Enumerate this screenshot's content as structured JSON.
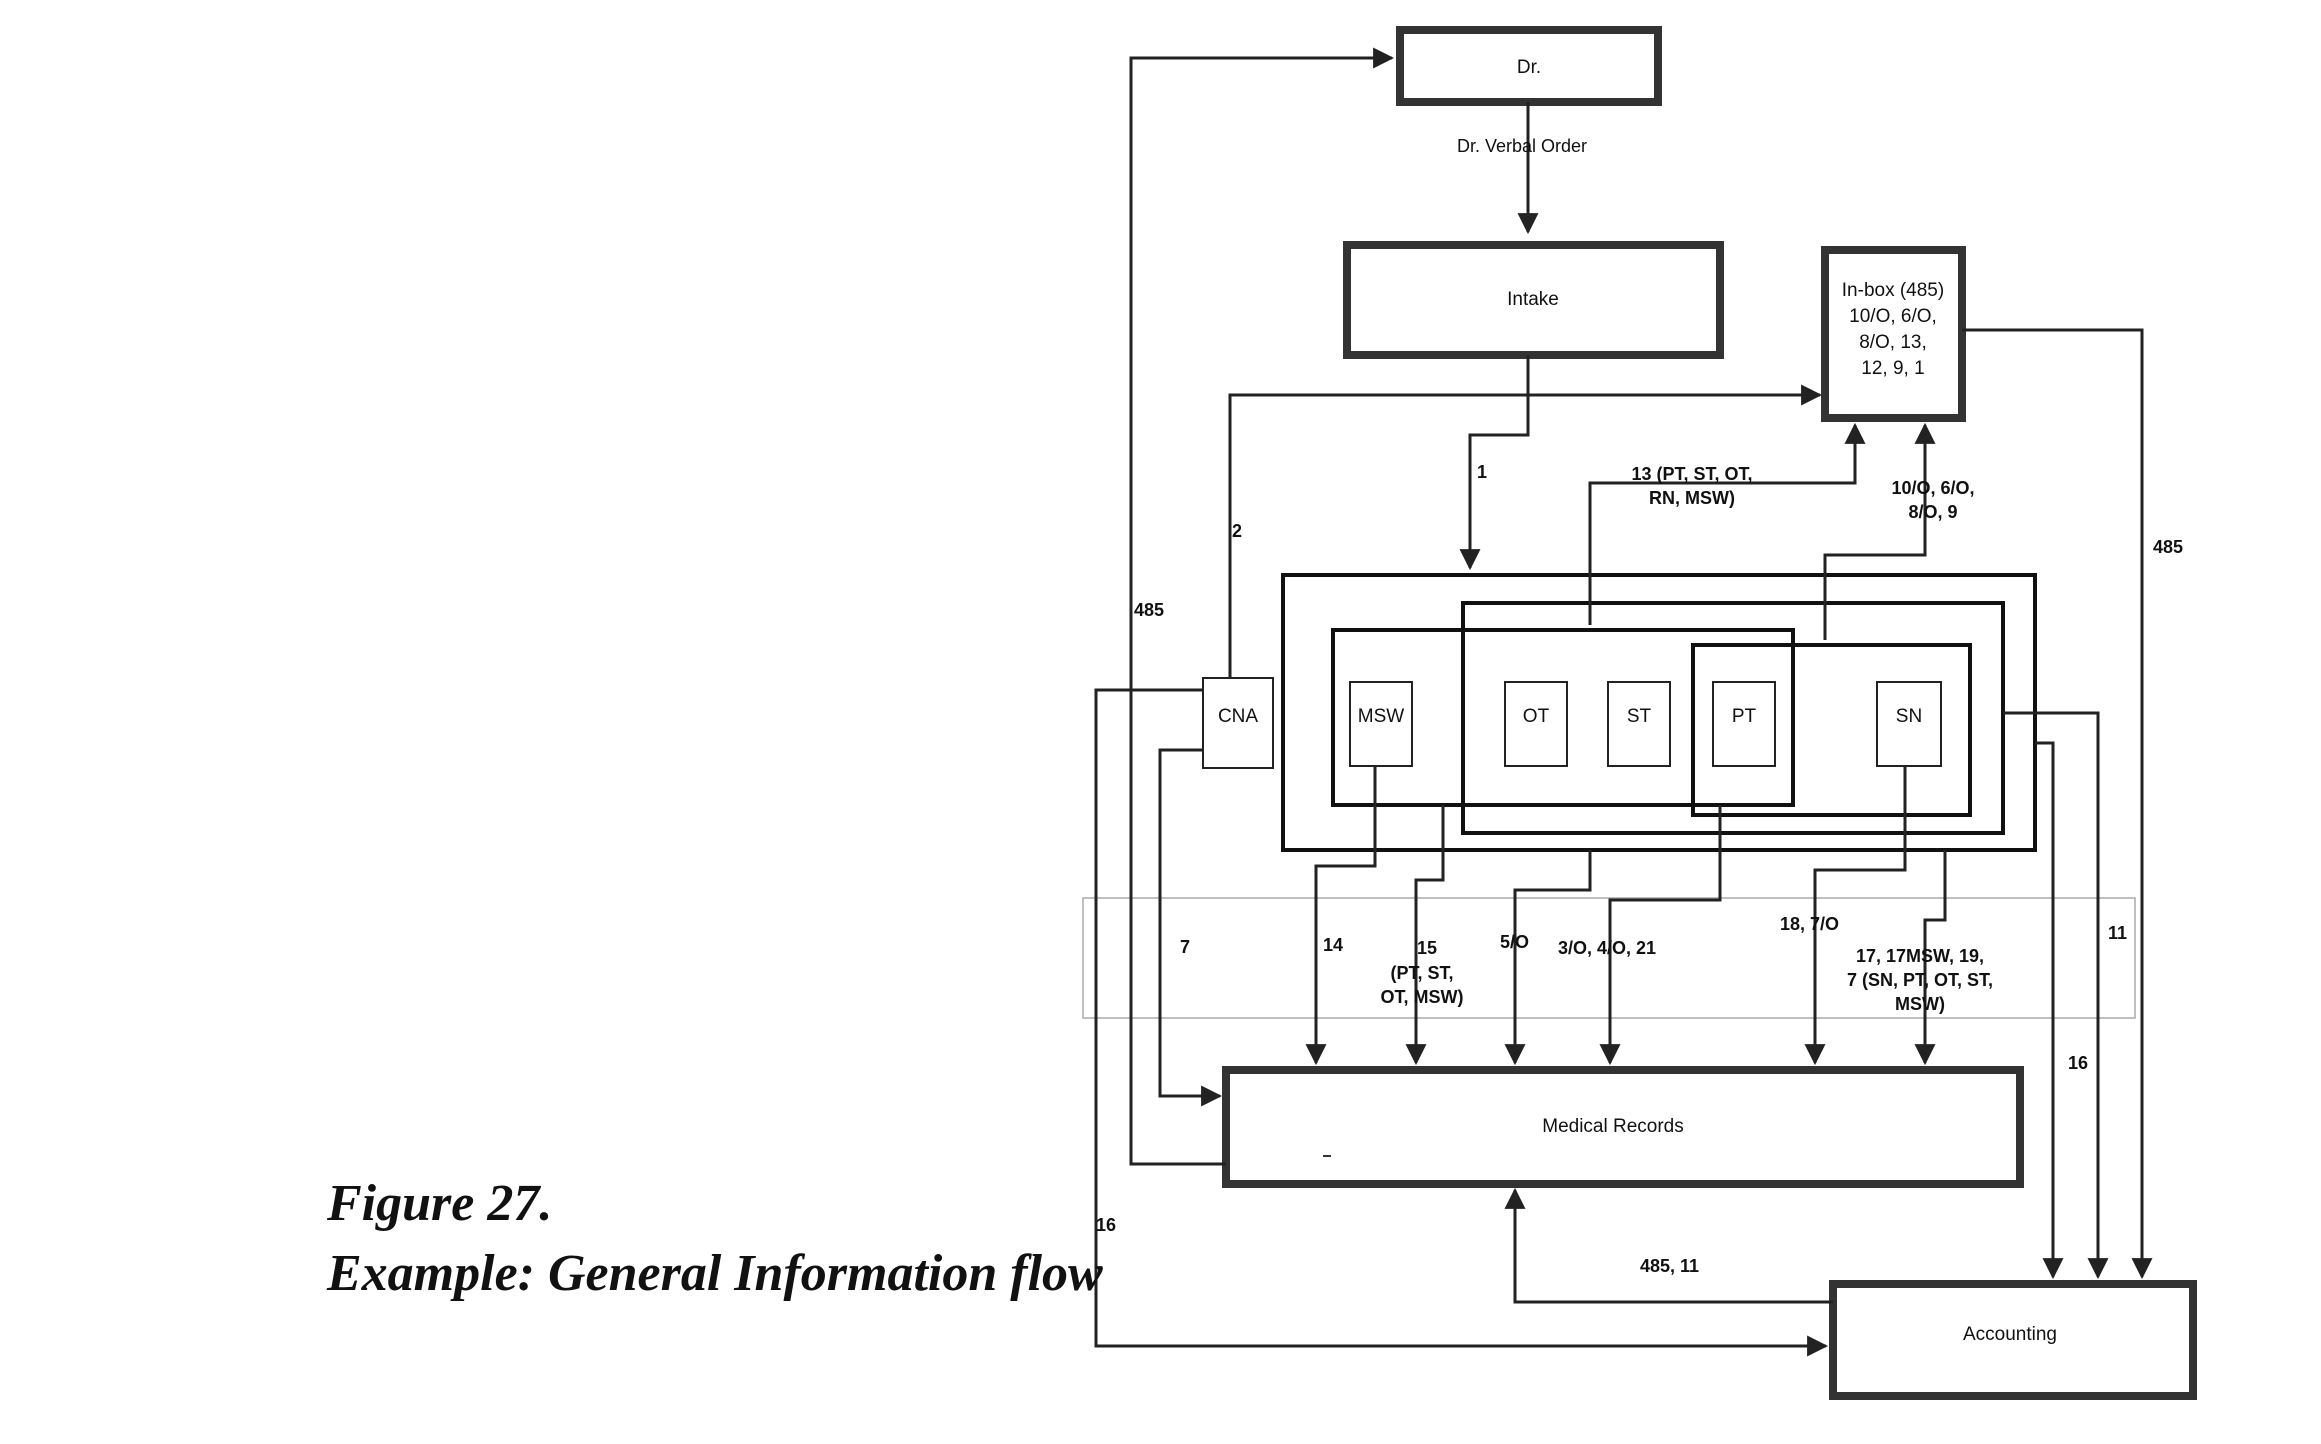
{
  "caption": {
    "figure": "Figure 27.",
    "title": "Example: General Information flow"
  },
  "nodes": {
    "dr": "Dr.",
    "intake": "Intake",
    "inbox": [
      "In-box (485)",
      "10/O, 6/O,",
      "8/O, 13,",
      "12, 9, 1"
    ],
    "cna": "CNA",
    "msw": "MSW",
    "ot": "OT",
    "st": "ST",
    "pt": "PT",
    "sn": "SN",
    "medical_records": "Medical Records",
    "accounting": "Accounting"
  },
  "edges": {
    "dr_verbal_order": "Dr. Verbal Order",
    "e1": "1",
    "e2": "2",
    "e485_left": "485",
    "e485_right": "485",
    "e13": [
      "13 (PT, ST, OT,",
      "RN, MSW)"
    ],
    "e10": [
      "10/O, 6/O,",
      "8/O, 9"
    ],
    "e7": "7",
    "e14": "14",
    "e15": [
      "15",
      "(PT, ST,",
      "OT, MSW)"
    ],
    "e5o": "5/O",
    "e3o": "3/O, 4/O, 21",
    "e18": "18, 7/O",
    "e17": [
      "17, 17MSW, 19,",
      "7 (SN, PT, OT, ST,",
      "MSW)"
    ],
    "e11": "11",
    "e16_right": "16",
    "e16_left": "16",
    "e485_11": "485, 11"
  },
  "colors": {
    "ink": "#111111",
    "box_border": "#333333",
    "box_fill": "#ffffff"
  }
}
